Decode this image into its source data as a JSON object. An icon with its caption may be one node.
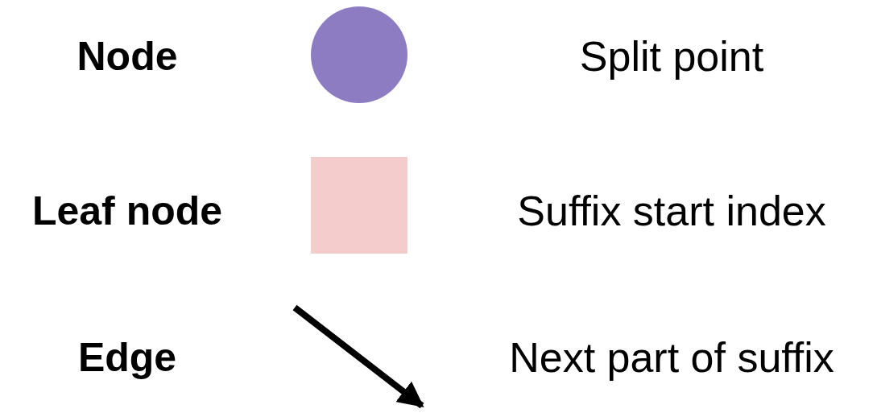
{
  "diagram": {
    "labels": [
      "Node",
      "Leaf node",
      "Edge"
    ],
    "legend": [
      {
        "text": "Split point",
        "color": "#8e7cc3"
      },
      {
        "text": "Suffix start index",
        "color": "#f4cccc"
      },
      {
        "text": "Next part of suffix"
      }
    ]
  }
}
